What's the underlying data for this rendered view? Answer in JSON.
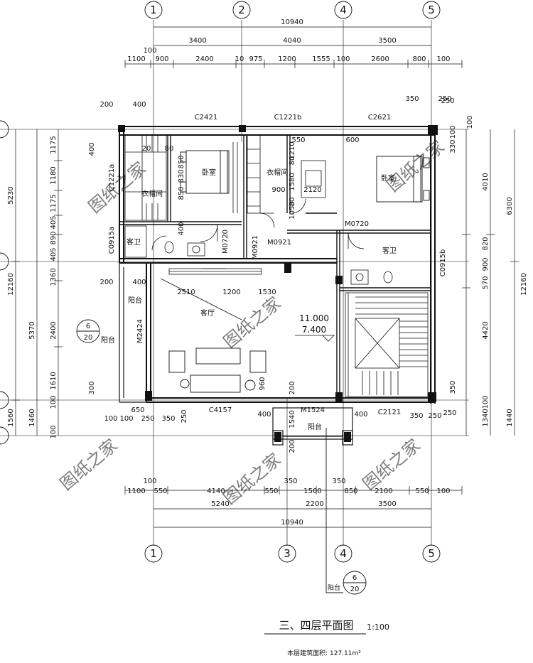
{
  "title": "三、四层平面图",
  "scale": "1:100",
  "area_note": "本层建筑面积: 127.11m²",
  "axes_top": [
    "1",
    "2",
    "4",
    "5"
  ],
  "axes_bottom": [
    "1",
    "3",
    "4",
    "5"
  ],
  "top_dims": {
    "total": "10940",
    "row2": [
      "3400",
      "4040",
      "3500"
    ],
    "row3": [
      "1100",
      "100",
      "900",
      "2400",
      "10",
      "975",
      "1200",
      "1555",
      "100",
      "2600",
      "800",
      "100"
    ]
  },
  "bottom_dims": {
    "row1": [
      "100",
      "350",
      "350"
    ],
    "row2": [
      "1100",
      "550",
      "4140",
      "550",
      "1500",
      "850",
      "2100",
      "550",
      "100"
    ],
    "row3": [
      "5240",
      "2200",
      "3500"
    ],
    "total": "10940"
  },
  "left_dims": {
    "outer": [
      "5230",
      "12160",
      "5370",
      "1560"
    ],
    "inner": [
      "1175",
      "1180",
      "1175",
      "405",
      "890",
      "405",
      "1360",
      "2400",
      "1610",
      "100",
      "1460",
      "100"
    ]
  },
  "right_dims": {
    "outer": [
      "6300",
      "12160",
      "1440"
    ],
    "mid": [
      "4010",
      "4420",
      "1340",
      "100"
    ],
    "inner": [
      "330",
      "820",
      "900",
      "570",
      "350",
      "250",
      "100",
      "250"
    ]
  },
  "rooms": {
    "bedroom1": "卧室",
    "bedroom2": "卧室",
    "closet1": "衣帽间",
    "closet2": "衣帽间",
    "bath1": "客卫",
    "bath2": "客卫",
    "living": "客厅",
    "balcony1": "阳台",
    "balcony2": "阳台",
    "balcony3": "阳台"
  },
  "tags": {
    "c2421": "C2421",
    "c1221b": "C1221b",
    "c2621": "C2621",
    "c1221a": "C1221a",
    "c0915a": "C0915a",
    "c0915b": "C0915b",
    "m0720a": "M0720",
    "m0720b": "M0720",
    "m0921a": "M0921",
    "m0921b": "M0921",
    "m2424": "M2424",
    "c4157": "C4157",
    "m1524": "M1524",
    "c2121": "C2121"
  },
  "interior_dims": [
    "200",
    "400",
    "20",
    "80",
    "850",
    "830",
    "850",
    "400",
    "550",
    "600",
    "80",
    "1210",
    "1580",
    "900",
    "2120",
    "1050",
    "80",
    "350",
    "250",
    "100",
    "400",
    "200",
    "400",
    "2510",
    "1200",
    "1530",
    "300",
    "650",
    "100",
    "100",
    "250",
    "350",
    "250",
    "400",
    "960",
    "200",
    "1540",
    "200",
    "400",
    "350",
    "250"
  ],
  "level": {
    "top": "11.000",
    "bottom": "7.400"
  },
  "section_mark": {
    "num": "6",
    "den": "20"
  },
  "section_mark2": {
    "num": "6",
    "den": "20"
  },
  "watermark": "图纸之家",
  "bottom_mark_text": "阳台"
}
